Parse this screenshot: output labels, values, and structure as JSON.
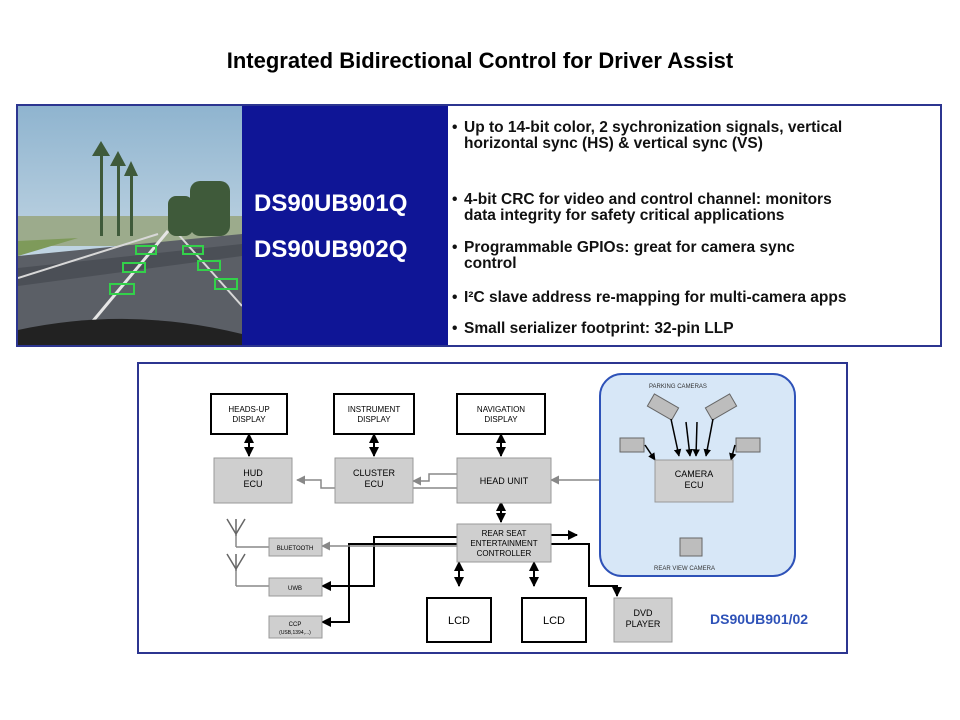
{
  "page": {
    "title": "Integrated Bidirectional Control for Driver Assist"
  },
  "banner": {
    "parts": [
      "DS90UB901Q",
      "DS90UB902Q"
    ],
    "bullets": [
      {
        "lines": [
          "Up to 14-bit color, 2 sychronization signals, vertical",
          "horizontal sync (HS) & vertical sync (VS)"
        ]
      },
      {
        "lines": [
          "4-bit CRC for video and control channel: monitors",
          "data integrity for safety critical applications"
        ]
      },
      {
        "lines": [
          "Programmable GPIOs: great for camera sync",
          "control"
        ]
      },
      {
        "lines": [
          "I²C slave address re-mapping for multi-camera apps"
        ]
      },
      {
        "lines": [
          "Small serializer footprint: 32-pin LLP"
        ]
      }
    ],
    "bullet_glyph": "•"
  },
  "diagram": {
    "nodes": {
      "headsup": [
        "HEADS-UP",
        "DISPLAY"
      ],
      "instrument": [
        "INSTRUMENT",
        "DISPLAY"
      ],
      "navigation": [
        "NAVIGATION",
        "DISPLAY"
      ],
      "hud": [
        "HUD",
        "ECU"
      ],
      "cluster": [
        "CLUSTER",
        "ECU"
      ],
      "headunit": [
        "HEAD UNIT"
      ],
      "camera": [
        "CAMERA",
        "ECU"
      ],
      "rearseat": [
        "REAR SEAT",
        "ENTERTAINMENT",
        "CONTROLLER"
      ],
      "bluetooth": [
        "BLUETOOTH"
      ],
      "uwb": [
        "UWB"
      ],
      "ccp": [
        "CCP",
        "(USB,1394,...)"
      ],
      "lcd1": [
        "LCD"
      ],
      "lcd2": [
        "LCD"
      ],
      "dvd": [
        "DVD",
        "PLAYER"
      ]
    },
    "parking_label": "PARKING CAMERAS",
    "rear_label": "REAR VIEW CAMERA",
    "part_label": "DS90UB901/02",
    "colors": {
      "box_fill": "#cfcfcf",
      "accent": "#2e52b8"
    }
  }
}
